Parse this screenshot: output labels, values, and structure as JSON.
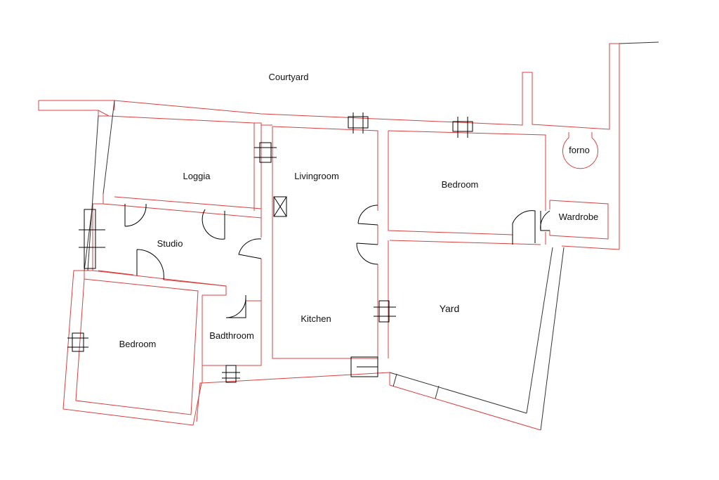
{
  "rooms": {
    "courtyard": "Courtyard",
    "loggia": "Loggia",
    "livingroom": "Livingroom",
    "bedroom_top": "Bedroom",
    "forno": "forno",
    "wardrobe": "Wardrobe",
    "studio": "Studio",
    "kitchen": "Kitchen",
    "yard": "Yard",
    "bathroom": "Badthroom",
    "bedroom_left": "Bedroom"
  },
  "colors": {
    "wall": "#d94040",
    "outline": "#333333",
    "fixture": "#000000"
  }
}
